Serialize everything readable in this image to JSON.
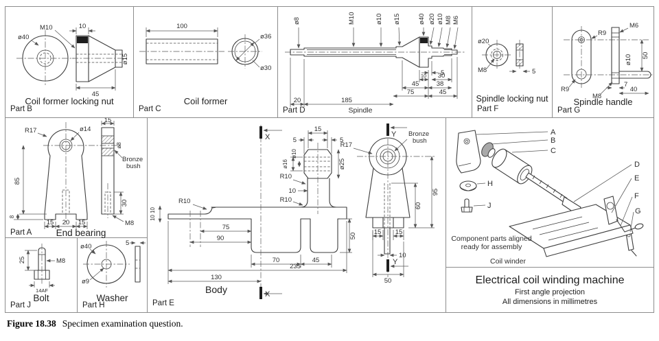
{
  "caption": {
    "label": "Figure 18.38",
    "text": "Specimen examination question."
  },
  "partB": {
    "title": "Coil former locking nut",
    "part": "Part B",
    "d40": "ø40",
    "m10": "M10",
    "w10": "10",
    "l45": "45",
    "d15": "ø15"
  },
  "partC": {
    "title": "Coil former",
    "part": "Part C",
    "l100": "100",
    "d36": "ø36",
    "d30": "ø30"
  },
  "partD": {
    "name": "Spindle",
    "part": "Part D",
    "d8": "ø8",
    "m10": "M10",
    "d10a": "ø10",
    "d15": "ø15",
    "d40": "ø40",
    "d20": "ø20",
    "d10b": "ø10",
    "m8": "M8",
    "m6": "M6",
    "n5": "5",
    "n30": "30",
    "n10": "10",
    "n45a": "45",
    "n38": "38",
    "n75": "75",
    "n45b": "45",
    "n20": "20",
    "n185": "185"
  },
  "partF": {
    "title": "Spindle locking nut",
    "part": "Part F",
    "d20": "ø20",
    "m8": "M8",
    "n5": "5"
  },
  "partG": {
    "title": "Spindle handle",
    "part": "Part G",
    "r9a": "R9",
    "r9b": "R9",
    "m6": "M6",
    "m8": "M8",
    "d10": "ø10",
    "n50": "50",
    "n7": "7",
    "n40": "40"
  },
  "partA": {
    "title": "End bearing",
    "part": "Part A",
    "r17": "R17",
    "d14": "ø14",
    "n15t": "15",
    "d8": "ø8",
    "bush1": "Bronze",
    "bush2": "bush",
    "n85": "85",
    "n8": "8",
    "n15a": "15",
    "n20": "20",
    "n15b": "15",
    "n30": "30",
    "m8": "M8"
  },
  "partE": {
    "title": "Body",
    "part": "Part E",
    "x": "X",
    "y": "Y",
    "n5a": "5",
    "n15": "15",
    "n5b": "5",
    "d16": "ø16",
    "d10": "ø10",
    "d25": "ø25",
    "r17": "R17",
    "bush1": "Bronze",
    "bush2": "bush",
    "r10a": "R10",
    "r10b": "R10",
    "r10c": "R10",
    "n10a": "10",
    "n1010": "10 10",
    "n75": "75",
    "n90": "90",
    "n95": "95",
    "n60": "60",
    "n50r": "50",
    "n70": "70",
    "n45": "45",
    "n235": "235",
    "n130": "130",
    "n15a": "15",
    "n15b": "15",
    "n10b": "10",
    "n50b": "50"
  },
  "partJ": {
    "title": "Bolt",
    "part": "Part J",
    "n25": "25",
    "m8": "M8",
    "af": "14AF"
  },
  "partH": {
    "title": "Washer",
    "part": "Part H",
    "d40": "ø40",
    "d9": "ø9",
    "n5": "5"
  },
  "assembly": {
    "a": "A",
    "b": "B",
    "c": "C",
    "d": "D",
    "e": "E",
    "f": "F",
    "g": "G",
    "h": "H",
    "j": "J",
    "note1": "Component parts aligned",
    "note2": "ready for assembly",
    "caption": "Coil winder"
  },
  "titleblock": {
    "title": "Electrical coil winding machine",
    "projection": "First angle projection",
    "units": "All dimensions in millimetres"
  },
  "colors": {
    "line": "#3d3d3d",
    "border": "#8c8c8c",
    "fill_black": "#1e1e1e"
  }
}
